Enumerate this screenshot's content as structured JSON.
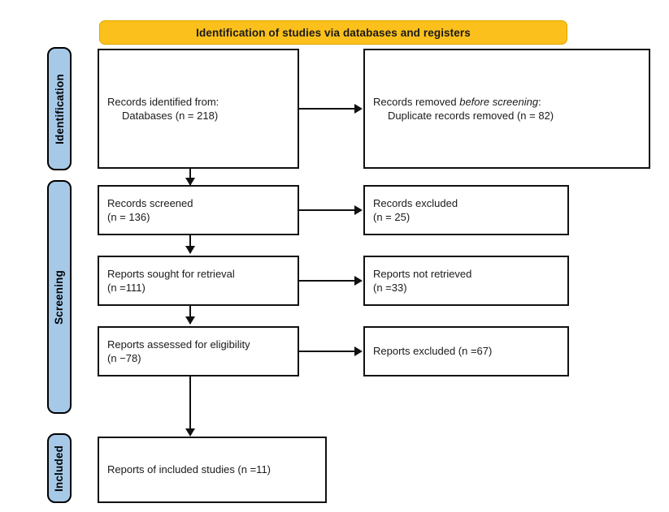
{
  "banner": {
    "label": "Identification of studies via databases and registers",
    "color": "#fbc01c"
  },
  "stages": [
    {
      "name": "identification",
      "label": "Identification",
      "color": "#a6c9e8"
    },
    {
      "name": "screening",
      "label": "Screening",
      "color": "#a6c9e8"
    },
    {
      "name": "included",
      "label": "Included",
      "color": "#a6c9e8"
    }
  ],
  "boxes": {
    "records_identified": {
      "line1": "Records identified from:",
      "line2": "Databases (n = 218)"
    },
    "records_removed": {
      "line1_a": "Records removed ",
      "line1_italic": "before screening",
      "line1_b": ":",
      "line2": "Duplicate records removed (n = 82)"
    },
    "records_screened": {
      "line1": "Records screened",
      "line2": "(n = 136)"
    },
    "records_excluded": {
      "line1": "Records excluded",
      "line2": "(n = 25)"
    },
    "reports_sought": {
      "line1": "Reports sought for retrieval",
      "line2": "(n =111)"
    },
    "reports_not_retrieved": {
      "line1": "Reports not retrieved",
      "line2": "(n =33)"
    },
    "reports_assessed": {
      "line1": "Reports assessed for eligibility",
      "line2": "(n −78)"
    },
    "reports_excluded": {
      "line1": "Reports excluded (n =67)"
    },
    "included_studies": {
      "line1": "Reports of included studies (n =11)"
    }
  },
  "chart_data": {
    "type": "diagram",
    "title": "PRISMA 2020 flow diagram",
    "subtitle": "Identification of studies via databases and registers",
    "nodes": [
      {
        "id": "records_identified",
        "stage": "Identification",
        "label": "Records identified from: Databases",
        "n": 218
      },
      {
        "id": "records_removed",
        "stage": "Identification",
        "label": "Records removed before screening: Duplicate records removed",
        "n": 82
      },
      {
        "id": "records_screened",
        "stage": "Screening",
        "label": "Records screened",
        "n": 136
      },
      {
        "id": "records_excluded",
        "stage": "Screening",
        "label": "Records excluded",
        "n": 25
      },
      {
        "id": "reports_sought",
        "stage": "Screening",
        "label": "Reports sought for retrieval",
        "n": 111
      },
      {
        "id": "reports_not_retrieved",
        "stage": "Screening",
        "label": "Reports not retrieved",
        "n": 33
      },
      {
        "id": "reports_assessed",
        "stage": "Screening",
        "label": "Reports assessed for eligibility",
        "n": 78
      },
      {
        "id": "reports_excluded",
        "stage": "Screening",
        "label": "Reports excluded",
        "n": 67
      },
      {
        "id": "included_studies",
        "stage": "Included",
        "label": "Reports of included studies",
        "n": 11
      }
    ],
    "edges": [
      {
        "from": "records_identified",
        "to": "records_removed",
        "direction": "right"
      },
      {
        "from": "records_identified",
        "to": "records_screened",
        "direction": "down"
      },
      {
        "from": "records_screened",
        "to": "records_excluded",
        "direction": "right"
      },
      {
        "from": "records_screened",
        "to": "reports_sought",
        "direction": "down"
      },
      {
        "from": "reports_sought",
        "to": "reports_not_retrieved",
        "direction": "right"
      },
      {
        "from": "reports_sought",
        "to": "reports_assessed",
        "direction": "down"
      },
      {
        "from": "reports_assessed",
        "to": "reports_excluded",
        "direction": "right"
      },
      {
        "from": "reports_assessed",
        "to": "included_studies",
        "direction": "down"
      }
    ]
  }
}
